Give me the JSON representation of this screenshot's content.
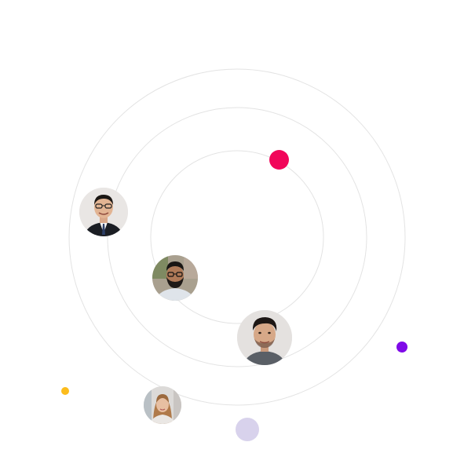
{
  "colors": {
    "background": "#ffffff",
    "orbit_stroke": "#e3e3e3",
    "dot_pink": "#f1065a",
    "dot_purple": "#7f0ae8",
    "dot_yellow": "#fcbc1c",
    "dot_lavender": "#d8d2ec"
  },
  "avatars": [
    {
      "name": "person-avatar-glasses-suit"
    },
    {
      "name": "person-avatar-beard-glasses"
    },
    {
      "name": "person-avatar-dark-hair"
    },
    {
      "name": "person-avatar-woman-long-hair"
    }
  ]
}
